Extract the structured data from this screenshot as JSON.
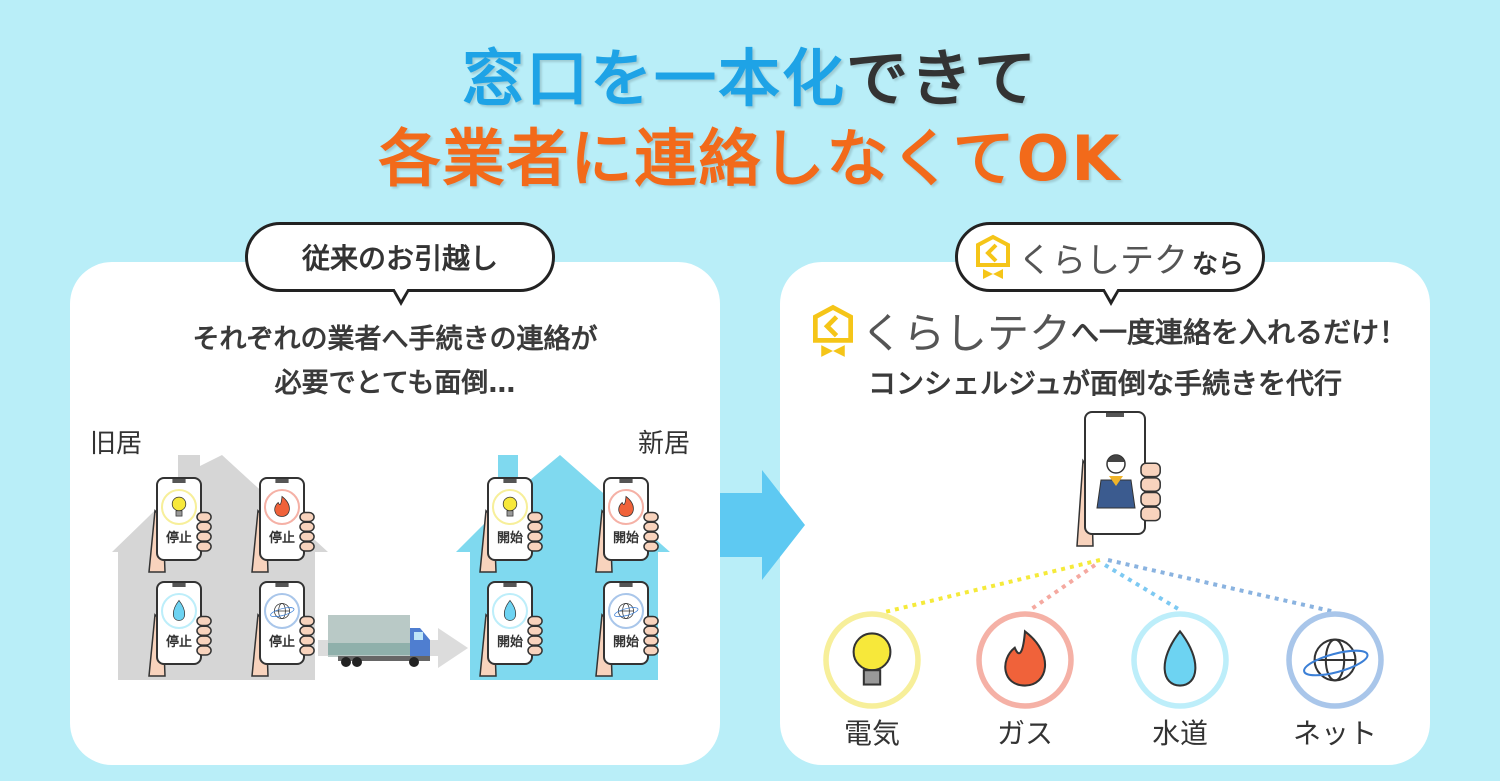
{
  "headline": {
    "line1_blue": "窓口を一本化",
    "line1_dark": "できて",
    "line2": "各業者に連絡しなくてOK"
  },
  "left": {
    "bubble": "従来のお引越し",
    "desc_line1": "それぞれの業者へ手続きの連絡が",
    "desc_line2": "必要でとても面倒…",
    "old_label": "旧居",
    "new_label": "新居",
    "old_phones": [
      {
        "icon": "bulb",
        "label": "停止"
      },
      {
        "icon": "fire",
        "label": "停止"
      },
      {
        "icon": "drop",
        "label": "停止"
      },
      {
        "icon": "globe",
        "label": "停止"
      }
    ],
    "new_phones": [
      {
        "icon": "bulb",
        "label": "開始"
      },
      {
        "icon": "fire",
        "label": "開始"
      },
      {
        "icon": "drop",
        "label": "開始"
      },
      {
        "icon": "globe",
        "label": "開始"
      }
    ]
  },
  "right": {
    "bubble_brand": "くらしテク",
    "bubble_suffix": "なら",
    "brand": "くらしテク",
    "desc_line1_suffix": "へ一度連絡を入れるだけ！",
    "desc_line2": "コンシェルジュが面倒な手続きを代行",
    "services": [
      {
        "icon": "bulb",
        "label": "電気"
      },
      {
        "icon": "fire",
        "label": "ガス"
      },
      {
        "icon": "drop",
        "label": "水道"
      },
      {
        "icon": "globe",
        "label": "ネット"
      }
    ]
  },
  "colors": {
    "background": "#b9eef8",
    "blue": "#1ea3e6",
    "orange": "#f26a1a",
    "logo_yellow": "#f5c518",
    "old_house": "#d6d6d6",
    "new_house": "#7fd9ef",
    "arrow": "#5ec9f2"
  }
}
